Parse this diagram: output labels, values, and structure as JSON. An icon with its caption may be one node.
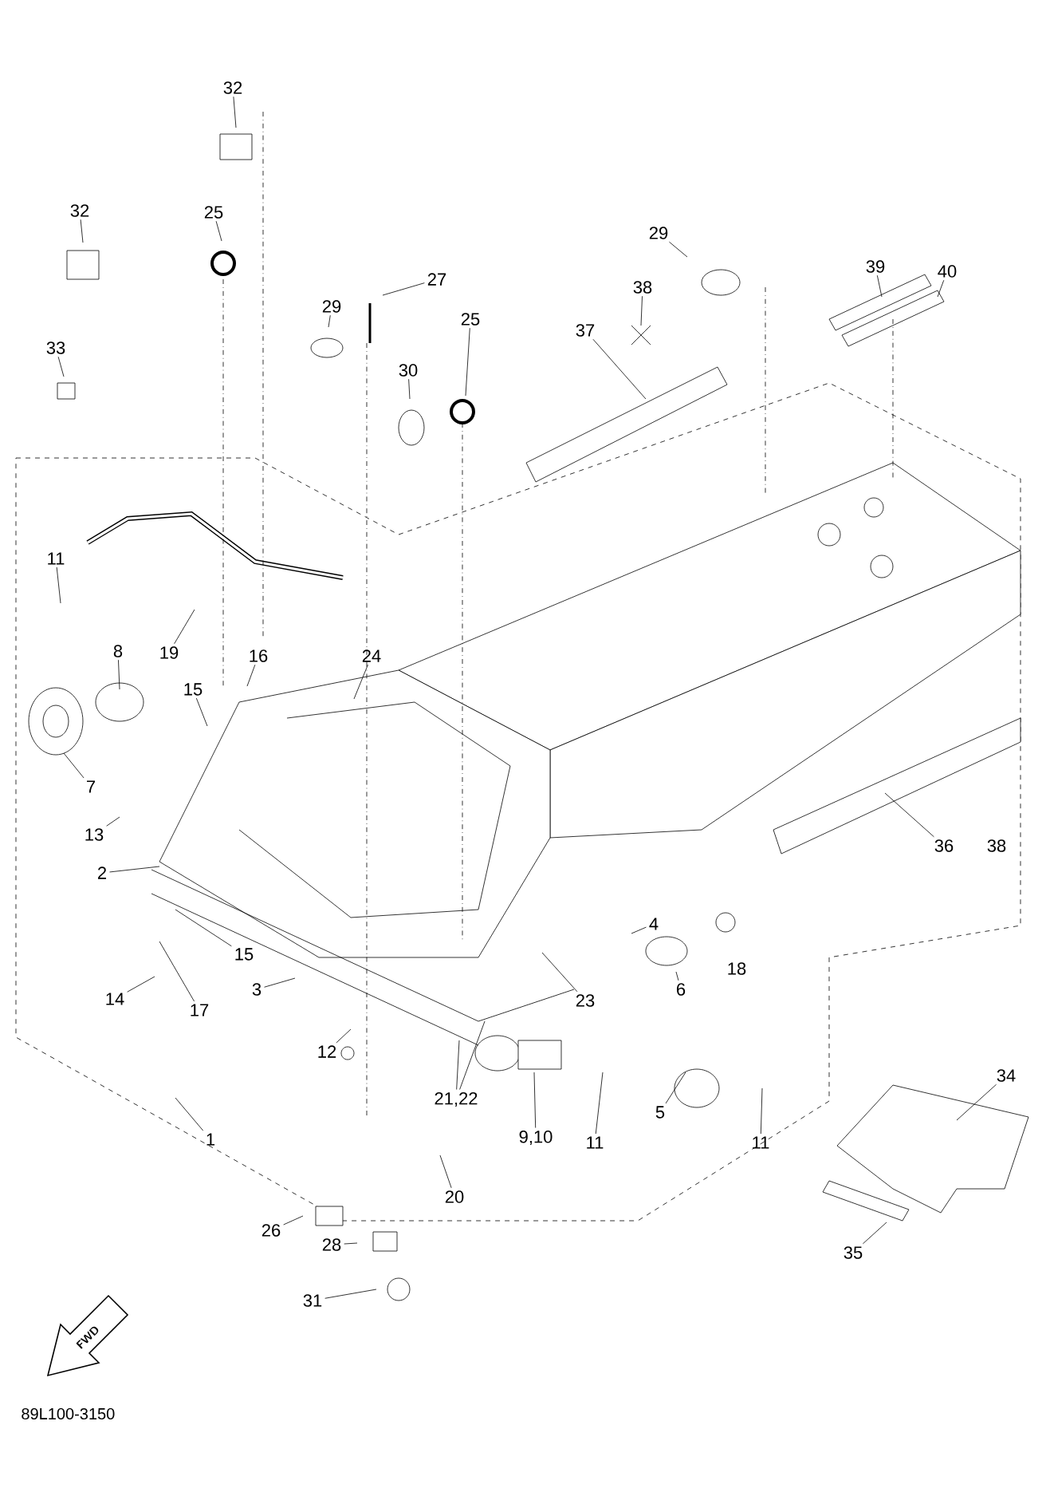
{
  "diagram": {
    "nodes": [
      {
        "text": [
          "32"
        ]
      },
      {
        "text": [
          "32"
        ]
      },
      {
        "text": [
          "25"
        ]
      },
      {
        "text": [
          "29"
        ]
      },
      {
        "text": [
          "27"
        ]
      },
      {
        "text": [
          "30"
        ]
      },
      {
        "text": [
          "25"
        ]
      },
      {
        "text": [
          "33"
        ]
      },
      {
        "text": [
          "29"
        ]
      },
      {
        "text": [
          "38"
        ]
      },
      {
        "text": [
          "37"
        ]
      },
      {
        "text": [
          "39"
        ]
      },
      {
        "text": [
          "40"
        ]
      },
      {
        "text": [
          "11"
        ]
      },
      {
        "text": [
          "8"
        ]
      },
      {
        "text": [
          "19"
        ]
      },
      {
        "text": [
          "16"
        ]
      },
      {
        "text": [
          "24"
        ]
      },
      {
        "text": [
          "15"
        ]
      },
      {
        "text": [
          "7"
        ]
      },
      {
        "text": [
          "13"
        ]
      },
      {
        "text": [
          "2"
        ]
      },
      {
        "text": [
          "15"
        ]
      },
      {
        "text": [
          "17"
        ]
      },
      {
        "text": [
          "14"
        ]
      },
      {
        "text": [
          "3"
        ]
      },
      {
        "text": [
          "12"
        ]
      },
      {
        "text": [
          "4"
        ]
      },
      {
        "text": [
          "6"
        ]
      },
      {
        "text": [
          "18"
        ]
      },
      {
        "text": [
          "23"
        ]
      },
      {
        "text": [
          "21,22"
        ]
      },
      {
        "text": [
          "9,10"
        ]
      },
      {
        "text": [
          "11"
        ]
      },
      {
        "text": [
          "5"
        ]
      },
      {
        "text": [
          "11"
        ]
      },
      {
        "text": [
          "20"
        ]
      },
      {
        "text": [
          "1"
        ]
      },
      {
        "text": [
          "34"
        ]
      },
      {
        "text": [
          "35"
        ]
      },
      {
        "text": [
          "36"
        ]
      },
      {
        "text": [
          "38"
        ]
      },
      {
        "text": [
          "26"
        ]
      },
      {
        "text": [
          "28"
        ]
      },
      {
        "text": [
          "31"
        ]
      }
    ],
    "edges": [
      {
        "from": 0,
        "to": null,
        "arrow": "none"
      },
      {
        "from": 1,
        "to": null,
        "arrow": "none"
      },
      {
        "from": 2,
        "to": null,
        "arrow": "none"
      },
      {
        "from": 3,
        "to": null,
        "arrow": "none"
      },
      {
        "from": 4,
        "to": null,
        "arrow": "none"
      },
      {
        "from": 5,
        "to": null,
        "arrow": "none"
      },
      {
        "from": 6,
        "to": null,
        "arrow": "none"
      },
      {
        "from": 7,
        "to": null,
        "arrow": "none"
      },
      {
        "from": 8,
        "to": null,
        "arrow": "none"
      },
      {
        "from": 9,
        "to": null,
        "arrow": "none"
      },
      {
        "from": 10,
        "to": null,
        "arrow": "none"
      },
      {
        "from": 11,
        "to": null,
        "arrow": "none"
      },
      {
        "from": 12,
        "to": null,
        "arrow": "none"
      },
      {
        "from": 13,
        "to": null,
        "arrow": "none"
      },
      {
        "from": 14,
        "to": null,
        "arrow": "none"
      },
      {
        "from": 15,
        "to": null,
        "arrow": "none"
      },
      {
        "from": 16,
        "to": null,
        "arrow": "none"
      },
      {
        "from": 17,
        "to": null,
        "arrow": "none"
      },
      {
        "from": 18,
        "to": null,
        "arrow": "none"
      },
      {
        "from": 19,
        "to": null,
        "arrow": "none"
      },
      {
        "from": 20,
        "to": null,
        "arrow": "none"
      },
      {
        "from": 21,
        "to": null,
        "arrow": "none"
      },
      {
        "from": 22,
        "to": null,
        "arrow": "none"
      },
      {
        "from": 23,
        "to": null,
        "arrow": "none"
      },
      {
        "from": 24,
        "to": null,
        "arrow": "none"
      },
      {
        "from": 25,
        "to": null,
        "arrow": "none"
      },
      {
        "from": 26,
        "to": null,
        "arrow": "none"
      },
      {
        "from": 27,
        "to": null,
        "arrow": "none"
      },
      {
        "from": 28,
        "to": null,
        "arrow": "none"
      },
      {
        "from": 30,
        "to": null,
        "arrow": "none"
      },
      {
        "from": 31,
        "to": null,
        "arrow": "none"
      },
      {
        "from": 31,
        "to": null,
        "arrow": "none"
      },
      {
        "from": 32,
        "to": null,
        "arrow": "none"
      },
      {
        "from": 33,
        "to": null,
        "arrow": "none"
      },
      {
        "from": 34,
        "to": null,
        "arrow": "none"
      },
      {
        "from": 35,
        "to": null,
        "arrow": "none"
      },
      {
        "from": 36,
        "to": null,
        "arrow": "none"
      },
      {
        "from": 37,
        "to": null,
        "arrow": "none"
      },
      {
        "from": 38,
        "to": null,
        "arrow": "none"
      },
      {
        "from": 39,
        "to": null,
        "arrow": "none"
      },
      {
        "from": 40,
        "to": null,
        "arrow": "none"
      },
      {
        "from": 42,
        "to": null,
        "arrow": "none"
      },
      {
        "from": 43,
        "to": null,
        "arrow": "none"
      },
      {
        "from": 44,
        "to": null,
        "arrow": "none"
      }
    ],
    "labels": [
      "FWD",
      "89L100-3150"
    ]
  }
}
